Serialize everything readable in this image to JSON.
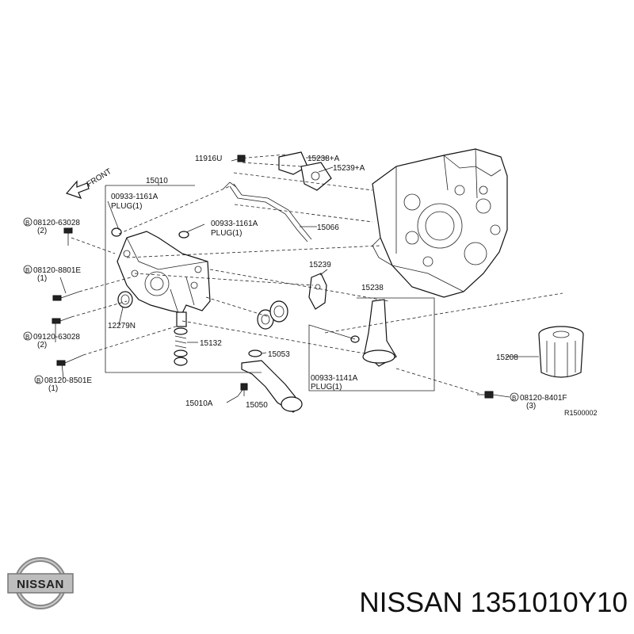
{
  "diagram": {
    "labels": {
      "front": "FRONT",
      "l15010": "15010",
      "plug1_code": "00933-1161A",
      "plug1_text": "PLUG(1)",
      "plug2_code": "00933-1161A",
      "plug2_text": "PLUG(1)",
      "bolt1_code": "08120-63028",
      "bolt1_qty": "(2)",
      "bolt2_code": "08120-8801E",
      "bolt2_qty": "(1)",
      "bolt3_code": "09120-63028",
      "bolt3_qty": "(2)",
      "bolt4_code": "08120-8501E",
      "bolt4_qty": "(1)",
      "bolt5_code": "08120-8401F",
      "bolt5_qty": "(3)",
      "circ_b": "B",
      "l11916u": "11916U",
      "l15238a": "15238+A",
      "l15239a": "15239+A",
      "l15066": "15066",
      "l15239": "15239",
      "l15238": "15238",
      "l12279n": "12279N",
      "l15132": "15132",
      "l15053": "15053",
      "plug3_code": "00933-1141A",
      "plug3_text": "PLUG(1)",
      "l15208": "15208",
      "l15010a": "15010A",
      "l15050": "15050",
      "ref_code": "R1500002"
    }
  },
  "brand": {
    "logo_text": "NISSAN",
    "caption": "NISSAN 1351010Y10"
  }
}
